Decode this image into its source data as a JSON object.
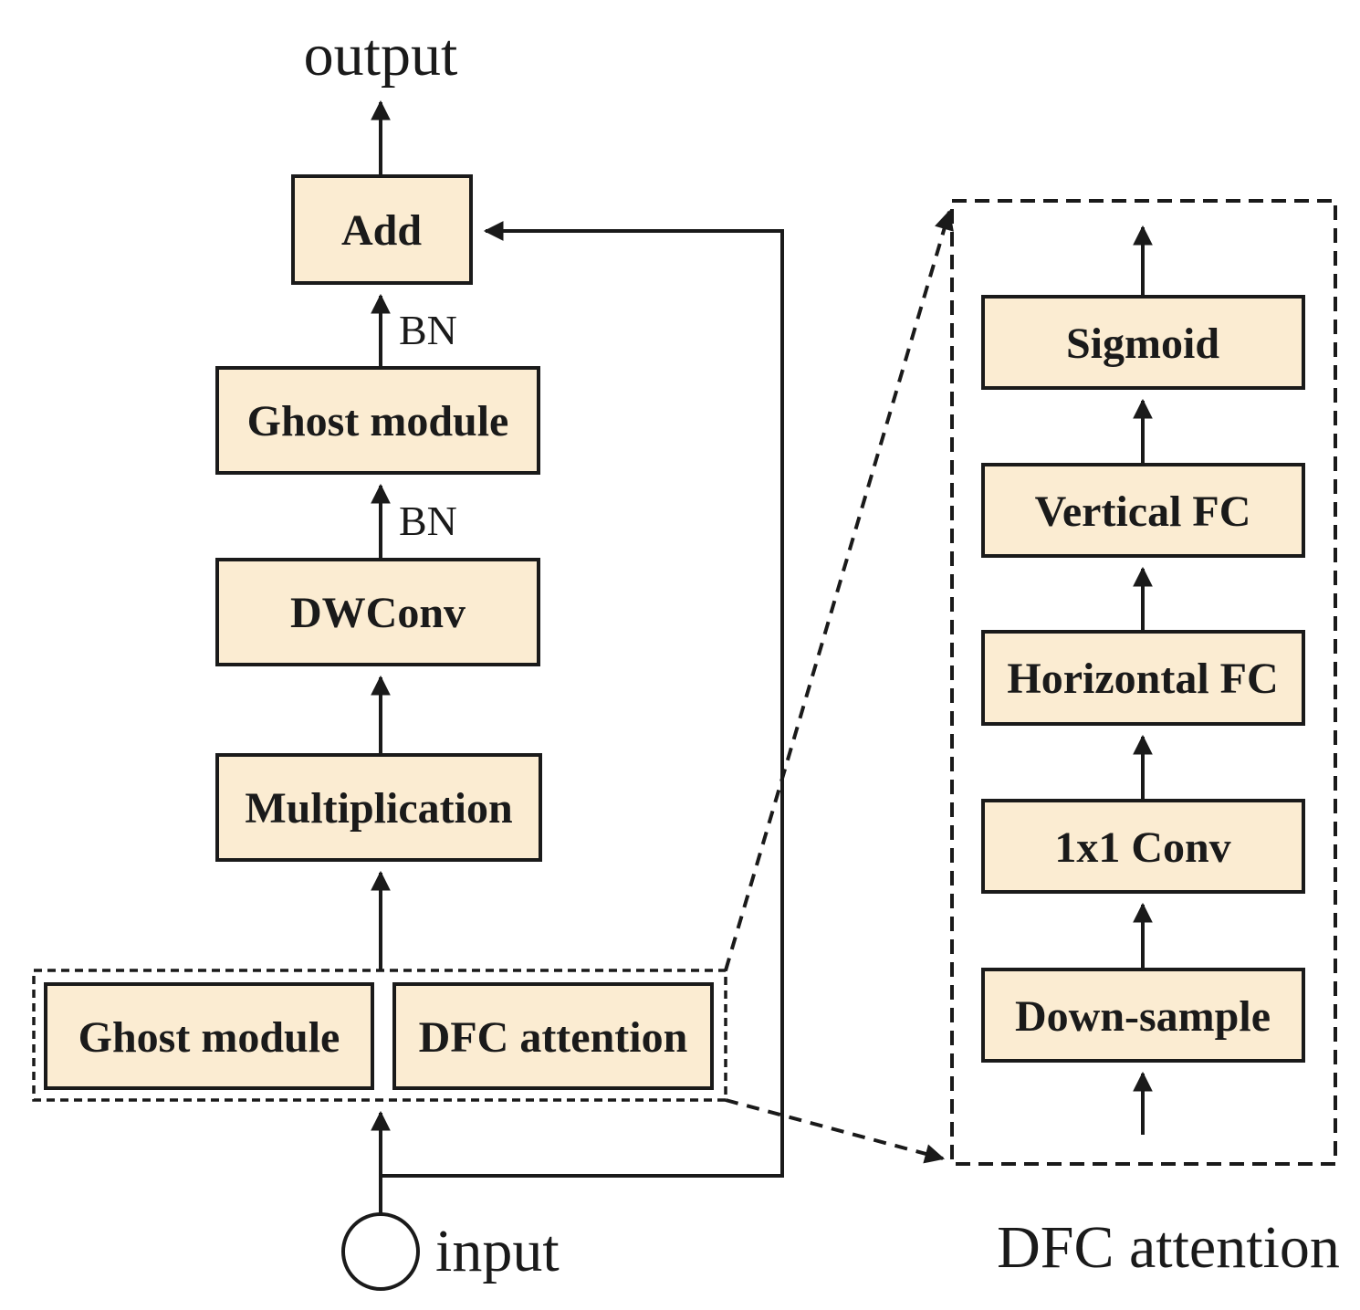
{
  "main": {
    "output_label": "output",
    "input_label": "input",
    "bn_top_label": "BN",
    "bn_mid_label": "BN",
    "boxes": {
      "add": "Add",
      "ghost_module": "Ghost module",
      "dwconv": "DWConv",
      "multiplication": "Multiplication",
      "ghost_module_2": "Ghost module",
      "dfc_attention": "DFC attention"
    }
  },
  "dfc_panel": {
    "caption": "DFC attention",
    "boxes": {
      "sigmoid": "Sigmoid",
      "vertical_fc": "Vertical FC",
      "horizontal_fc": "Horizontal FC",
      "conv_1x1": "1x1 Conv",
      "down_sample": "Down-sample"
    }
  },
  "colors": {
    "box_fill": "#fbecd2",
    "box_border": "#1a1a1a",
    "line": "#1a1a1a",
    "text": "#1a1a1a",
    "background": "#ffffff"
  }
}
